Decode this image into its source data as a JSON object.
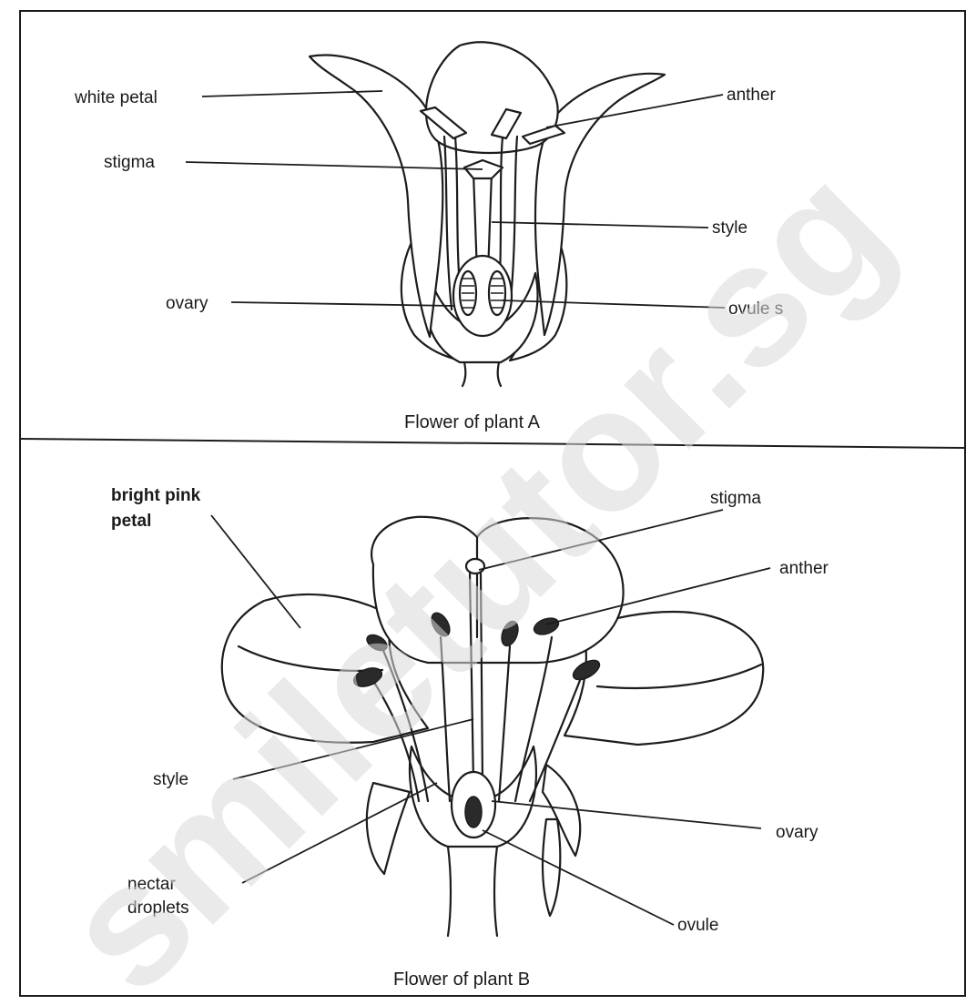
{
  "panel_a": {
    "caption": "Flower of plant A",
    "labels": {
      "petal": "white petal",
      "stigma": "stigma",
      "ovary": "ovary",
      "anther": "anther",
      "style": "style",
      "ovules": "ovule s"
    }
  },
  "panel_b": {
    "caption": "Flower of plant B",
    "labels": {
      "petal_line1": "bright pink",
      "petal_line2": "petal",
      "stigma": "stigma",
      "anther": "anther",
      "style": "style",
      "ovary": "ovary",
      "nectar_line1": "nectar",
      "nectar_line2": "droplets",
      "ovule": "ovule"
    }
  },
  "watermark": "smiletutor.sg"
}
